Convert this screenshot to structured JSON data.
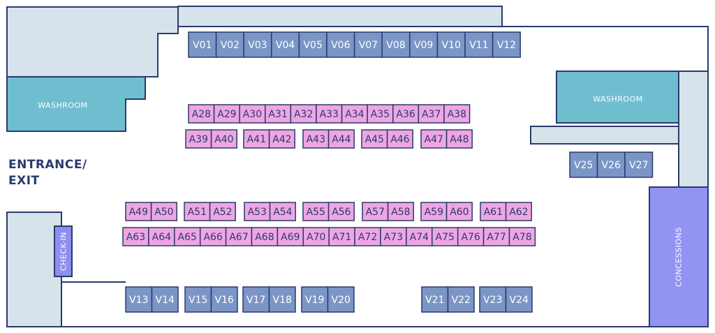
{
  "signs": {
    "entrance_line1": "ENTRANCE/",
    "entrance_line2": "EXIT"
  },
  "rooms": {
    "washroom_left": "WASHROOM",
    "washroom_right": "WASHROOM",
    "checkin": "CHECK-IN",
    "concessions": "CONCESSIONS"
  },
  "colors": {
    "wall": "#2a3a6e",
    "vendor_booth": "#7b95c6",
    "artist_booth": "#eea6e2",
    "washroom": "#6fbecf",
    "structure": "#d6e3ea",
    "concessions": "#9293f3",
    "checkin": "#8e8ef0"
  },
  "booths": {
    "v_top": [
      "V01",
      "V02",
      "V03",
      "V04",
      "V05",
      "V06",
      "V07",
      "V08",
      "V09",
      "V10",
      "V11",
      "V12"
    ],
    "a_row1": [
      "A28",
      "A29",
      "A30",
      "A31",
      "A32",
      "A33",
      "A34",
      "A35",
      "A36",
      "A37",
      "A38"
    ],
    "a_row2": [
      [
        "A39",
        "A40"
      ],
      [
        "A41",
        "A42"
      ],
      [
        "A43",
        "A44"
      ],
      [
        "A45",
        "A46"
      ],
      [
        "A47",
        "A48"
      ]
    ],
    "a_row3": [
      [
        "A49",
        "A50"
      ],
      [
        "A51",
        "A52"
      ],
      [
        "A53",
        "A54"
      ],
      [
        "A55",
        "A56"
      ],
      [
        "A57",
        "A58"
      ],
      [
        "A59",
        "A60"
      ],
      [
        "A61",
        "A62"
      ]
    ],
    "a_row4": [
      "A63",
      "A64",
      "A65",
      "A66",
      "A67",
      "A68",
      "A69",
      "A70",
      "A71",
      "A72",
      "A73",
      "A74",
      "A75",
      "A76",
      "A77",
      "A78"
    ],
    "v_bottom": [
      [
        "V13",
        "V14"
      ],
      [
        "V15",
        "V16"
      ],
      [
        "V17",
        "V18"
      ],
      [
        "V19",
        "V20"
      ],
      [
        "V21",
        "V22"
      ],
      [
        "V23",
        "V24"
      ]
    ],
    "v_right": [
      "V25",
      "V26",
      "V27"
    ]
  }
}
